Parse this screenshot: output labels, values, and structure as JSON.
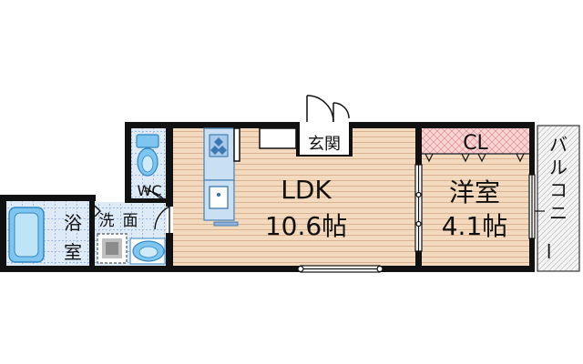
{
  "rooms": {
    "ldk_name": "LDK",
    "ldk_size": "10.6帖",
    "western_name": "洋室",
    "western_size": "4.1帖",
    "closet": "CL",
    "entrance": "玄関",
    "wc": "WC",
    "washroom_1": "洗",
    "washroom_2": "面",
    "bath_1": "浴",
    "bath_2": "室",
    "balcony": "バルコニー"
  },
  "colors": {
    "wall": "#111111",
    "floor_wood": "#f3d9bd",
    "floor_wood_line": "#d9b38f",
    "floor_tile": "#dfeaf7",
    "tile_grid": "#8fb0d8",
    "closet_fill": "#f8d4d4",
    "closet_hatch": "#e39a9a",
    "fixture_blue": "#7ec6ef",
    "fixture_blue_dark": "#2f86c4",
    "balcony_fill": "#f4f4f4"
  }
}
